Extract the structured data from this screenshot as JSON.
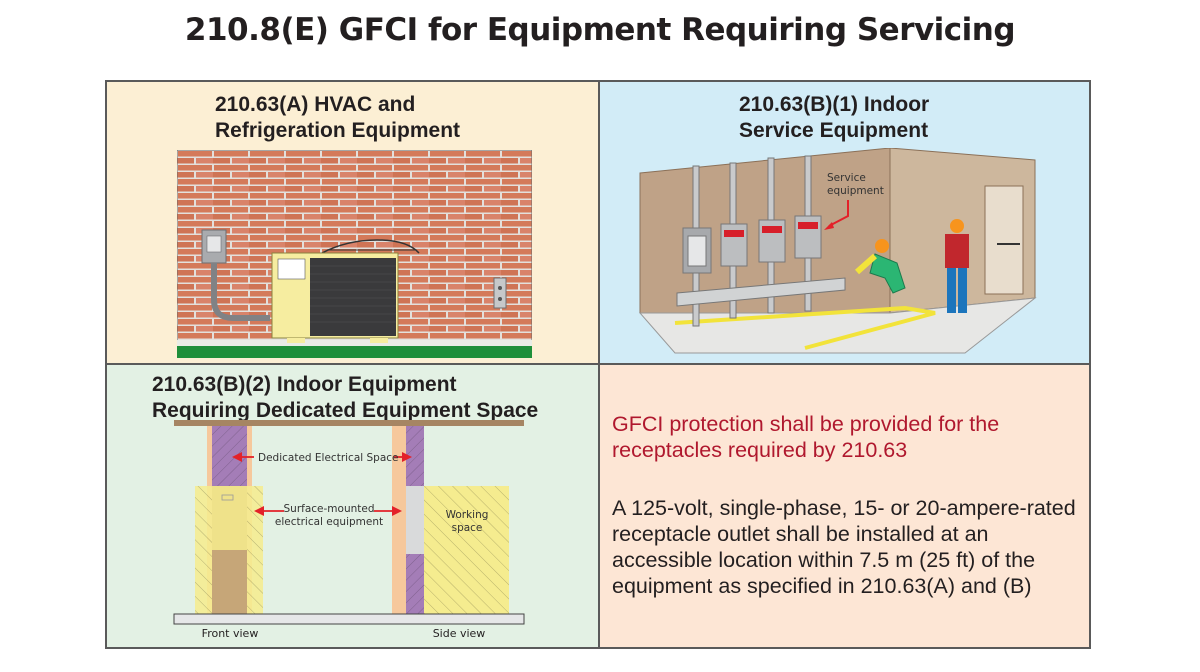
{
  "title": "210.8(E) GFCI for Equipment Requiring Servicing",
  "panels": {
    "hvac": {
      "title_line1": "210.63(A) HVAC and",
      "title_line2": "Refrigeration Equipment"
    },
    "service": {
      "title_line1": "210.63(B)(1) Indoor",
      "title_line2": "Service Equipment",
      "callout": [
        "Service",
        "equipment"
      ]
    },
    "dedicated": {
      "title_line1": "210.63(B)(2) Indoor Equipment",
      "title_line2": "Requiring Dedicated Equipment Space",
      "labels": {
        "dedicated_space": "Dedicated Electrical Space",
        "surface_mounted_1": "Surface-mounted",
        "surface_mounted_2": "electrical equipment",
        "working_1": "Working",
        "working_2": "space",
        "front_view": "Front view",
        "side_view": "Side view"
      }
    },
    "text": {
      "requirement": "GFCI protection shall be provided for the receptacles required by 210.63",
      "detail": "A 125-volt, single-phase, 15- or 20-ampere-rated receptacle outlet shall be installed at an accessible location within 7.5 m (25 ft) of the equipment as specified in 210.63(A) and (B)"
    }
  },
  "colors": {
    "panel_hvac": "#fcefd4",
    "panel_service": "#d2ecf7",
    "panel_dedicated": "#e3f1e4",
    "panel_text": "#fde6d5",
    "accent_red": "#b0182e",
    "arrow_red": "#e32129"
  }
}
